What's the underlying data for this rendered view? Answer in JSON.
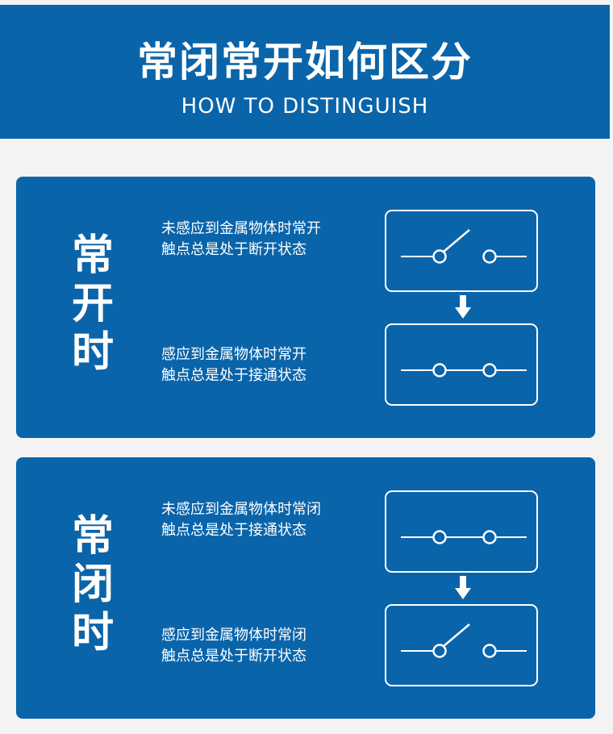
{
  "header": {
    "title": "常闭常开如何区分",
    "subtitle": "HOW TO DISTINGUISH"
  },
  "panels": [
    {
      "label_chars": [
        "常",
        "开",
        "时"
      ],
      "states": [
        {
          "line1": "未感应到金属物体时常开",
          "line2": "触点总是处于断开状态",
          "switch": "open"
        },
        {
          "line1": "感应到金属物体时常开",
          "line2": "触点总是处于接通状态",
          "switch": "closed"
        }
      ]
    },
    {
      "label_chars": [
        "常",
        "闭",
        "时"
      ],
      "states": [
        {
          "line1": "未感应到金属物体时常闭",
          "line2": "触点总是处于接通状态",
          "switch": "closed"
        },
        {
          "line1": "感应到金属物体时常闭",
          "line2": "触点总是处于断开状态",
          "switch": "open"
        }
      ]
    }
  ],
  "icons": {
    "open_switch": "open-switch-icon",
    "closed_switch": "closed-switch-icon",
    "arrow": "arrow-down-icon"
  },
  "colors": {
    "brand_blue": "#0a64aa",
    "background": "#f3f3f3",
    "foreground": "#ffffff"
  }
}
